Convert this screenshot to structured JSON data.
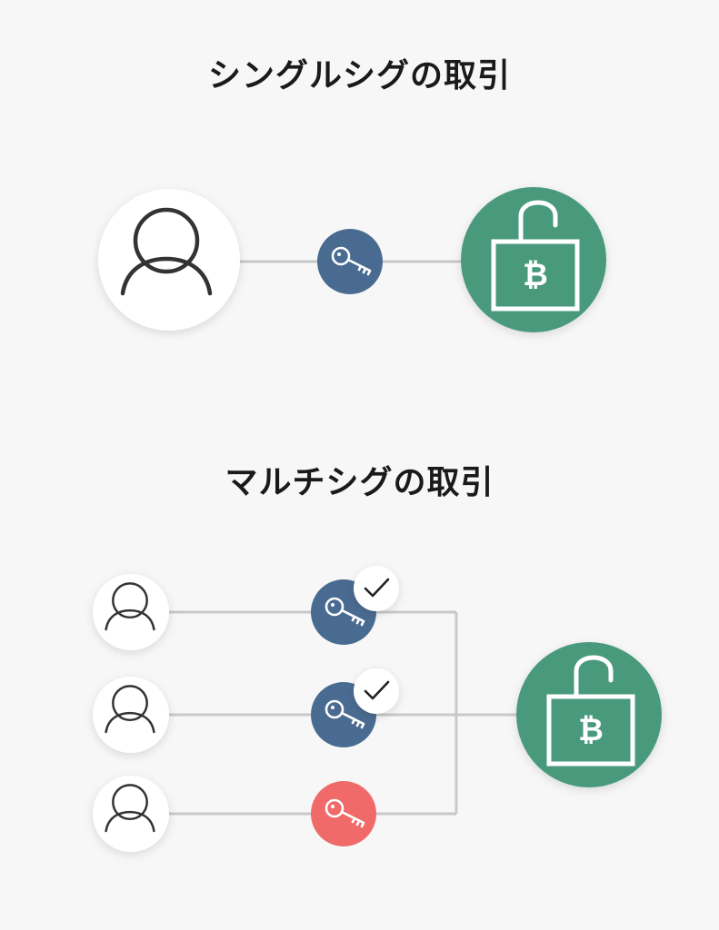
{
  "single": {
    "title": "シングルシグの取引",
    "user_icon": "person-icon",
    "key_icon": "key-icon",
    "lock_icon": "unlocked-padlock-bitcoin-icon"
  },
  "multi": {
    "title": "マルチシグの取引",
    "signers": [
      {
        "key_status": "signed",
        "key_color": "#4a6b91",
        "check_icon": "checkmark-icon"
      },
      {
        "key_status": "signed",
        "key_color": "#4a6b91",
        "check_icon": "checkmark-icon"
      },
      {
        "key_status": "unsigned",
        "key_color": "#f06a6a"
      }
    ],
    "lock_icon": "unlocked-padlock-bitcoin-icon"
  },
  "colors": {
    "key_blue": "#4a6b91",
    "key_red": "#f06a6a",
    "lock_green": "#4a9a7c",
    "line_gray": "#c8c8c8",
    "person_stroke": "#333333"
  }
}
